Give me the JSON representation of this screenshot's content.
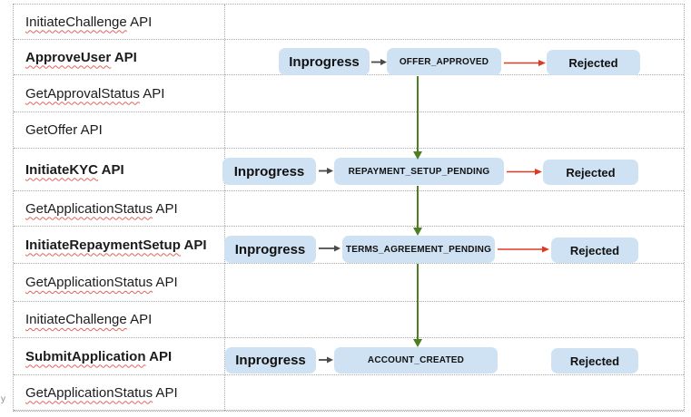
{
  "table": {
    "rows": [
      {
        "name": "InitiateChallenge",
        "suffix": " API"
      },
      {
        "name": "ApproveUser",
        "suffix": " API"
      },
      {
        "name": "GetApprovalStatus",
        "suffix": " API"
      },
      {
        "name": "GetOffer",
        "suffix": " API"
      },
      {
        "name": "InitiateKYC",
        "suffix": " API"
      },
      {
        "name": "GetApplicationStatus",
        "suffix": " API"
      },
      {
        "name": "InitiateRepaymentSetup",
        "suffix": " API"
      },
      {
        "name": "GetApplicationStatus",
        "suffix": " API"
      },
      {
        "name": "InitiateChallenge",
        "suffix": " API"
      },
      {
        "name": "SubmitApplication",
        "suffix": " API"
      },
      {
        "name": "GetApplicationStatus",
        "suffix": " API"
      }
    ]
  },
  "flows": [
    {
      "start": "Inprogress",
      "state": "OFFER_APPROVED",
      "end": "Rejected"
    },
    {
      "start": "Inprogress",
      "state": "REPAYMENT_SETUP_PENDING",
      "end": "Rejected"
    },
    {
      "start": "Inprogress",
      "state": "TERMS_AGREEMENT_PENDING",
      "end": "Rejected"
    },
    {
      "start": "Inprogress",
      "state": "ACCOUNT_CREATED",
      "end": "Rejected"
    }
  ],
  "colors": {
    "state_box_fill": "#cfe2f3",
    "success_arrow": "#4e7d22",
    "reject_arrow": "#dd3a26",
    "flow_arrow": "#4a4a4a",
    "table_border": "#a8a8a8",
    "spellcheck_underline": "#e0635a"
  },
  "artifact": {
    "cutoff_text": "y"
  }
}
